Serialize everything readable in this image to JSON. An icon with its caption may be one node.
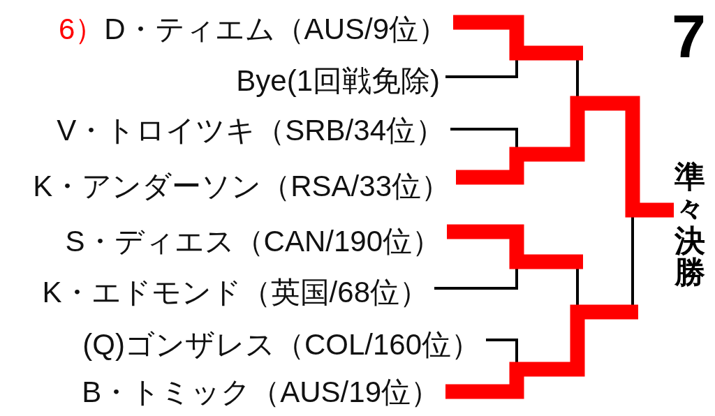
{
  "diagram": {
    "nodes": [
      {
        "text": [
          "6）",
          "D・ティエム（AUS/9位）"
        ]
      },
      {
        "text": [
          "Bye(1回戦免除)"
        ]
      },
      {
        "text": [
          "V・トロイツキ（SRB/34位）"
        ]
      },
      {
        "text": [
          "K・アンダーソン（RSA/33位）"
        ]
      },
      {
        "text": [
          "S・ディエス（CAN/190位）"
        ]
      },
      {
        "text": [
          "K・エドモンド（英国/68位）"
        ]
      },
      {
        "text": [
          "(Q)ゴンザレス（COL/160位）"
        ]
      },
      {
        "text": [
          "B・トミック（AUS/19位）"
        ]
      },
      {
        "text": [
          "準々決勝"
        ]
      }
    ],
    "edges": [
      {
        "from": 0,
        "to": null,
        "arrow": "none",
        "style": "thick",
        "color": "#ff0000"
      },
      {
        "from": 1,
        "to": 8,
        "arrow": "none",
        "color": "#000000"
      },
      {
        "from": 2,
        "to": 8,
        "arrow": "none",
        "color": "#000000"
      },
      {
        "from": 3,
        "to": 8,
        "arrow": "none",
        "style": "thick",
        "color": "#ff0000"
      },
      {
        "from": 4,
        "to": null,
        "arrow": "none",
        "style": "thick",
        "color": "#ff0000"
      },
      {
        "from": 5,
        "to": 8,
        "arrow": "none",
        "color": "#000000"
      },
      {
        "from": 6,
        "to": 8,
        "arrow": "none",
        "color": "#000000"
      },
      {
        "from": 7,
        "to": null,
        "arrow": "none",
        "style": "thick",
        "color": "#ff0000"
      }
    ],
    "labels": [
      "7"
    ]
  }
}
